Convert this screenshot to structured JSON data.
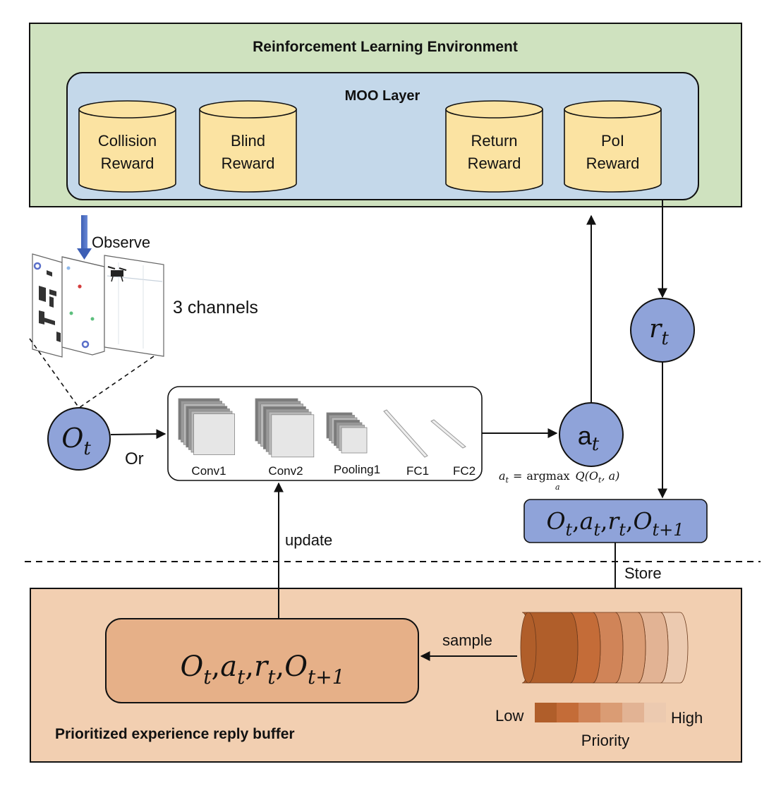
{
  "env": {
    "title": "Reinforcement Learning Environment",
    "moo_title": "MOO Layer",
    "rewards": [
      {
        "line1": "Collision",
        "line2": "Reward"
      },
      {
        "line1": "Blind",
        "line2": "Reward"
      },
      {
        "line1": "Return",
        "line2": "Reward"
      },
      {
        "line1": "PoI",
        "line2": "Reward"
      }
    ]
  },
  "observe_label": "Observe",
  "channels_label": "3 channels",
  "or_label": "Or",
  "nodes": {
    "obs": {
      "base": "O",
      "sub": "t"
    },
    "action": {
      "base": "a",
      "sub": "t"
    },
    "reward": {
      "base": "r",
      "sub": "t"
    }
  },
  "network": {
    "layers": [
      "Conv1",
      "Conv2",
      "Pooling1",
      "FC1",
      "FC2"
    ]
  },
  "argmax_formula": {
    "lhs": "a",
    "lhs_sub": "t",
    "eq": "=",
    "op": "argmax",
    "op_sub": "a",
    "rhs": "Q(O",
    "rhs_sub": "t",
    "rhs_tail": ", a)"
  },
  "transition": {
    "items": [
      {
        "base": "O",
        "sub": "t"
      },
      {
        "base": "a",
        "sub": "t"
      },
      {
        "base": "r",
        "sub": "t"
      },
      {
        "base": "O",
        "sub": "t+1"
      }
    ],
    "sep": ","
  },
  "update_label": "update",
  "store_label": "Store",
  "sample_label": "sample",
  "buffer": {
    "title": "Prioritized experience reply buffer",
    "priority_low": "Low",
    "priority_high": "High",
    "priority_label": "Priority",
    "priority_colors": [
      "#b05e2a",
      "#c46c38",
      "#d08458",
      "#da9c74",
      "#e2b394",
      "#eccab0"
    ]
  },
  "colors": {
    "env_bg": "#cfe2bf",
    "moo_bg": "#c4d8ea",
    "cyl_fill": "#fbe3a2",
    "node_fill": "#8fa3d9",
    "buffer_bg": "#f2cfb1",
    "buffer_box": "#e6b088"
  }
}
